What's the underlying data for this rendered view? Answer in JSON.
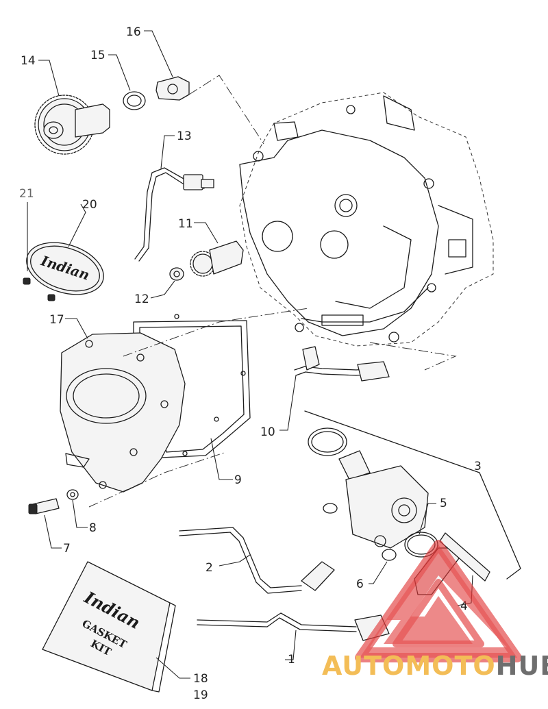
{
  "callouts": {
    "c1": "1",
    "c2": "2",
    "c3": "3",
    "c4": "4",
    "c5": "5",
    "c6": "6",
    "c7": "7",
    "c8": "8",
    "c9": "9",
    "c10": "10",
    "c11": "11",
    "c12": "12",
    "c13": "13",
    "c14": "14",
    "c15": "15",
    "c16": "16",
    "c17": "17",
    "c18": "18",
    "c19": "19",
    "c20": "20",
    "c21": "21"
  },
  "cover_logo": "Indian",
  "gasket_kit": {
    "brand": "Indian",
    "line1": "GASKET",
    "line2": "KIT"
  },
  "watermark": {
    "part1": "AUTOMOTO",
    "part2": "HUB"
  },
  "colors": {
    "watermark_red": "#e23a3a",
    "watermark_orange": "#f2b23a",
    "watermark_gray": "#555555"
  }
}
